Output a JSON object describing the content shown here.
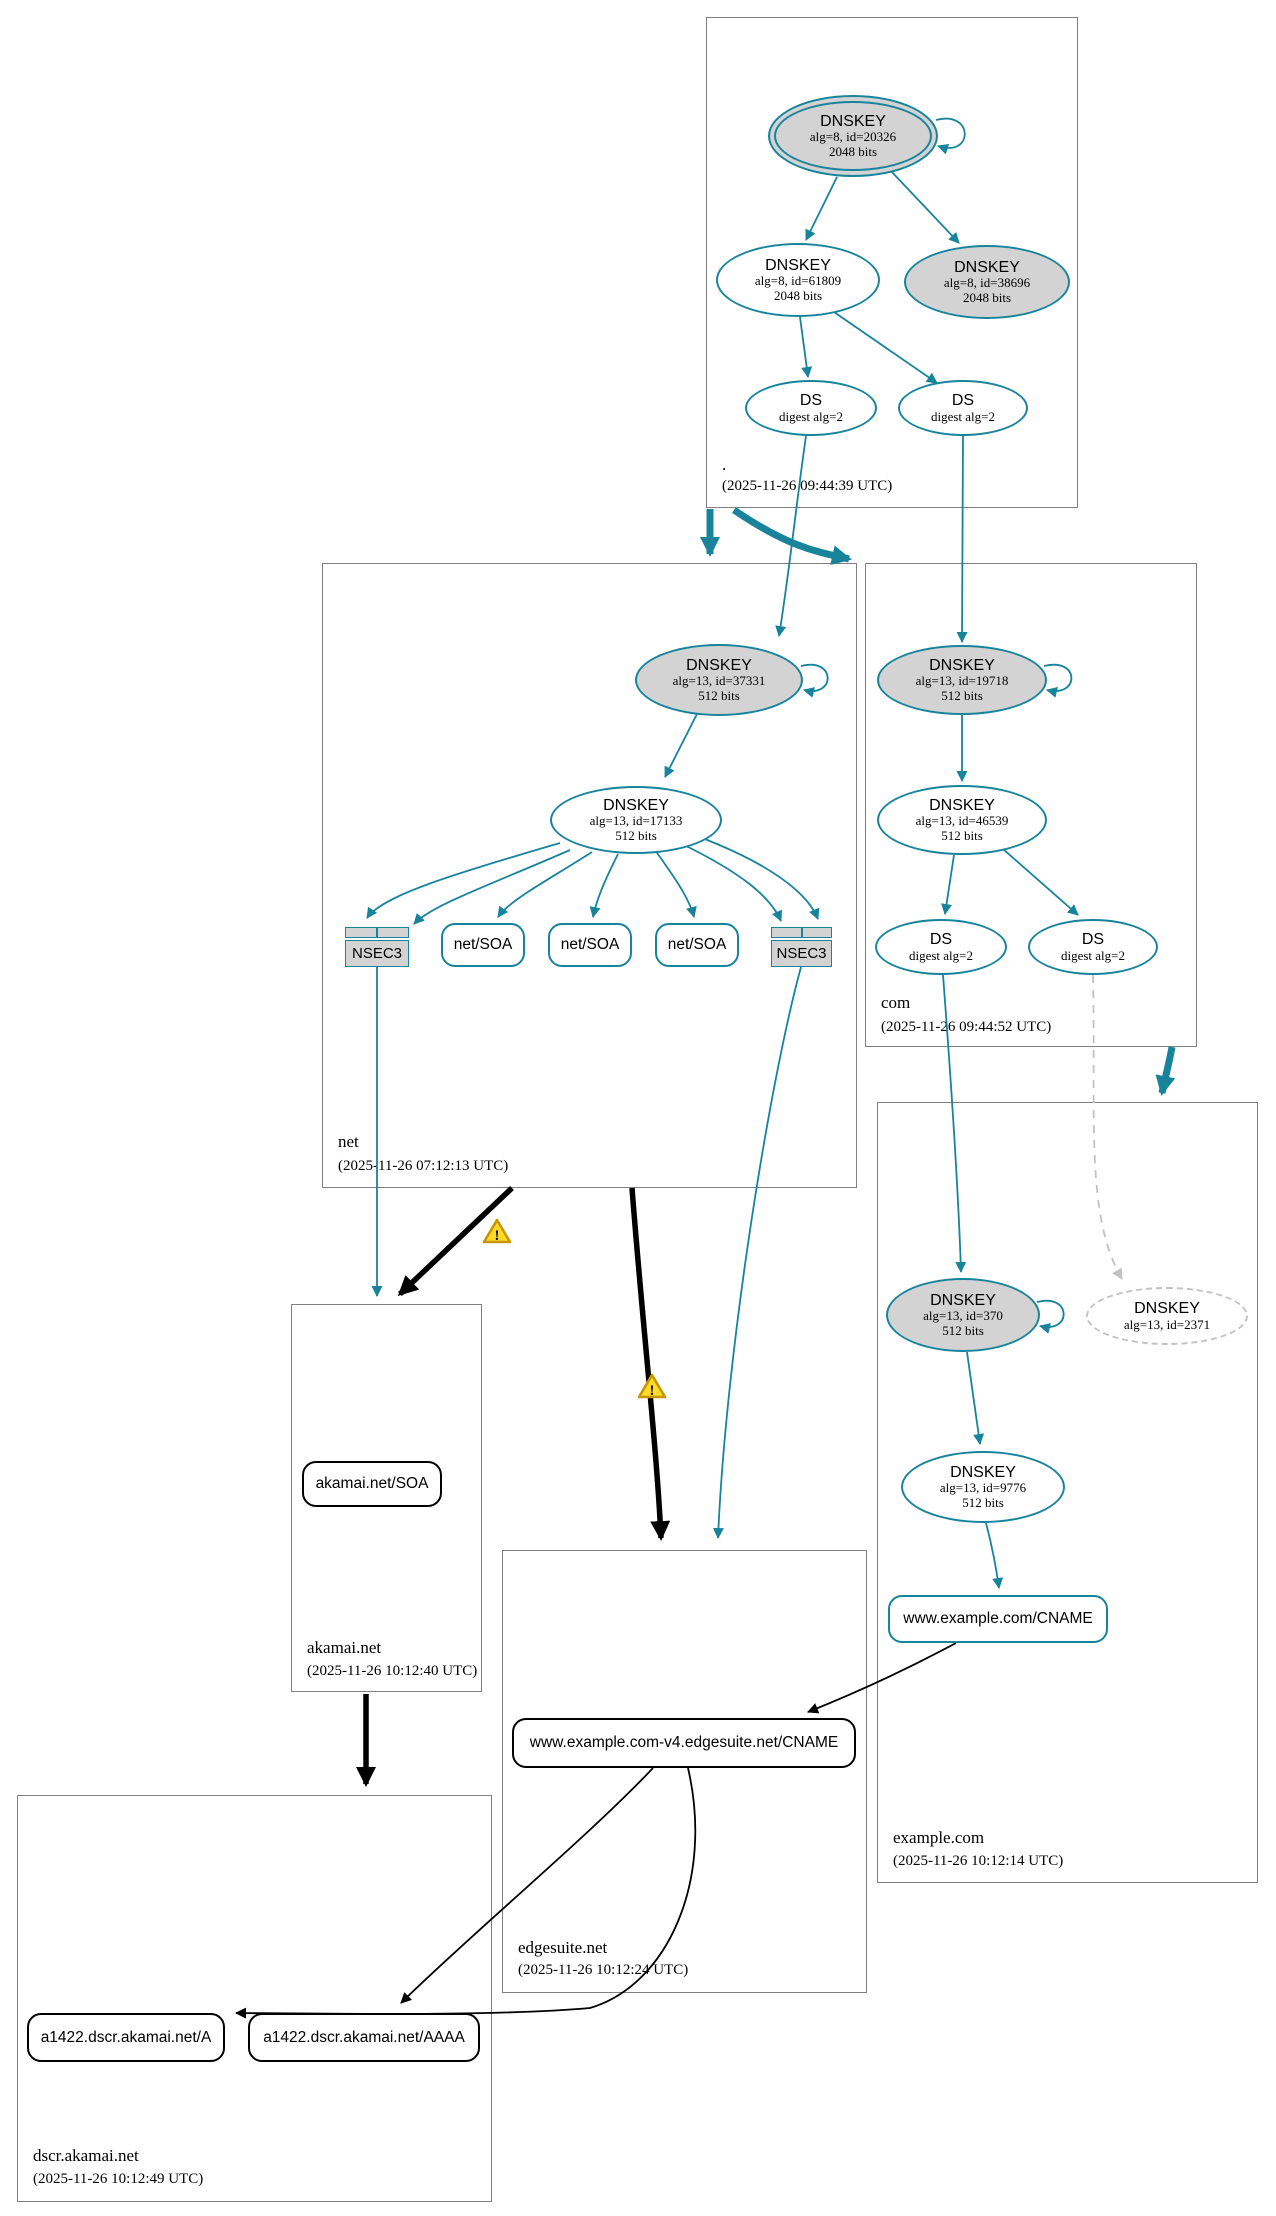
{
  "meta": {
    "diagram_type": "dnssec-authentication-chain",
    "colors": {
      "secure_teal": "#17849B",
      "node_fill_gray": "#d3d3d3",
      "insecure_black": "#000000",
      "errors_dashed_gray": "#c2c2c2",
      "warning_fill": "#FFDB28",
      "warning_border": "#C79608",
      "zone_box_border": "#7f7f7f"
    },
    "icons": {
      "warning": "exclamation-triangle"
    },
    "warning_count": 2
  },
  "zones": {
    "root": {
      "name": ".",
      "timestamp": "(2025-11-26 09:44:39 UTC)",
      "nodes": {
        "ksk": {
          "title": "DNSKEY",
          "detail": "alg=8, id=20326",
          "detail2": "2048 bits"
        },
        "zsk": {
          "title": "DNSKEY",
          "detail": "alg=8, id=61809",
          "detail2": "2048 bits"
        },
        "standby": {
          "title": "DNSKEY",
          "detail": "alg=8, id=38696",
          "detail2": "2048 bits"
        },
        "ds_left": {
          "title": "DS",
          "detail": "digest alg=2"
        },
        "ds_right": {
          "title": "DS",
          "detail": "digest alg=2"
        }
      }
    },
    "net": {
      "name": "net",
      "timestamp": "(2025-11-26 07:12:13 UTC)",
      "nodes": {
        "ksk": {
          "title": "DNSKEY",
          "detail": "alg=13, id=37331",
          "detail2": "512 bits"
        },
        "zsk": {
          "title": "DNSKEY",
          "detail": "alg=13, id=17133",
          "detail2": "512 bits"
        },
        "nsec3_left": {
          "title": "NSEC3"
        },
        "soa1": {
          "title": "net/SOA"
        },
        "soa2": {
          "title": "net/SOA"
        },
        "soa3": {
          "title": "net/SOA"
        },
        "nsec3_right": {
          "title": "NSEC3"
        }
      }
    },
    "com": {
      "name": "com",
      "timestamp": "(2025-11-26 09:44:52 UTC)",
      "nodes": {
        "ksk": {
          "title": "DNSKEY",
          "detail": "alg=13, id=19718",
          "detail2": "512 bits"
        },
        "zsk": {
          "title": "DNSKEY",
          "detail": "alg=13, id=46539",
          "detail2": "512 bits"
        },
        "ds_left": {
          "title": "DS",
          "detail": "digest alg=2"
        },
        "ds_right": {
          "title": "DS",
          "detail": "digest alg=2"
        }
      }
    },
    "example_com": {
      "name": "example.com",
      "timestamp": "(2025-11-26 10:12:14 UTC)",
      "nodes": {
        "ksk": {
          "title": "DNSKEY",
          "detail": "alg=13, id=370",
          "detail2": "512 bits"
        },
        "unused_key": {
          "title": "DNSKEY",
          "detail": "alg=13, id=2371"
        },
        "zsk": {
          "title": "DNSKEY",
          "detail": "alg=13, id=9776",
          "detail2": "512 bits"
        },
        "cname": {
          "title": "www.example.com/CNAME"
        }
      }
    },
    "akamai_net": {
      "name": "akamai.net",
      "timestamp": "(2025-11-26 10:12:40 UTC)",
      "nodes": {
        "soa": {
          "title": "akamai.net/SOA"
        }
      }
    },
    "edgesuite_net": {
      "name": "edgesuite.net",
      "timestamp": "(2025-11-26 10:12:24 UTC)",
      "nodes": {
        "cname": {
          "title": "www.example.com-v4.edgesuite.net/CNAME"
        }
      }
    },
    "dscr_akamai_net": {
      "name": "dscr.akamai.net",
      "timestamp": "(2025-11-26 10:12:49 UTC)",
      "nodes": {
        "a": {
          "title": "a1422.dscr.akamai.net/A"
        },
        "aaaa": {
          "title": "a1422.dscr.akamai.net/AAAA"
        }
      }
    }
  }
}
